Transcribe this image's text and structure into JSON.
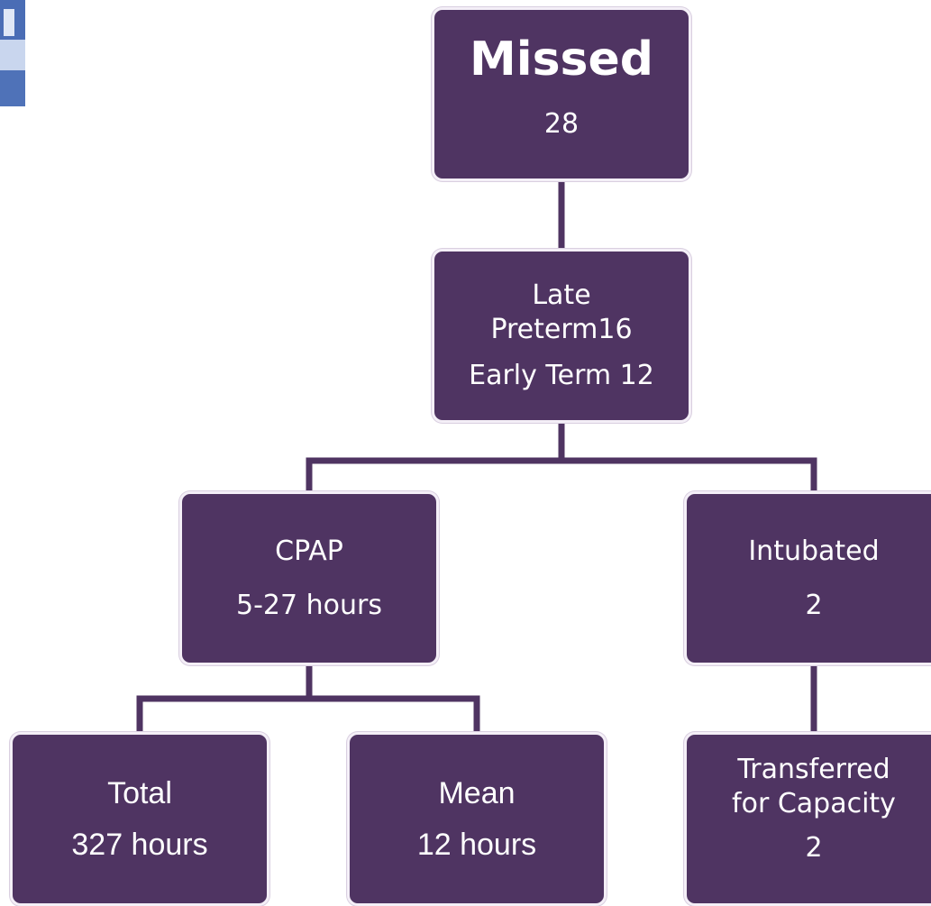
{
  "boxes": {
    "missed": {
      "title": "Missed",
      "value": "28"
    },
    "late_preterm": {
      "line1": "Late",
      "line2": "Preterm16",
      "line3": "Early Term 12"
    },
    "cpap": {
      "title": "CPAP",
      "value": "5-27 hours"
    },
    "intubated": {
      "title": "Intubated",
      "value": "2"
    },
    "total": {
      "title": "Total",
      "value": "327 hours"
    },
    "mean": {
      "title": "Mean",
      "value": "12 hours"
    },
    "transferred": {
      "line1": "Transferred",
      "line2": "for Capacity",
      "value": "2"
    }
  },
  "colors": {
    "box_fill": "#4f3462",
    "connector": "#4f3462",
    "box_text": "#ffffff"
  }
}
